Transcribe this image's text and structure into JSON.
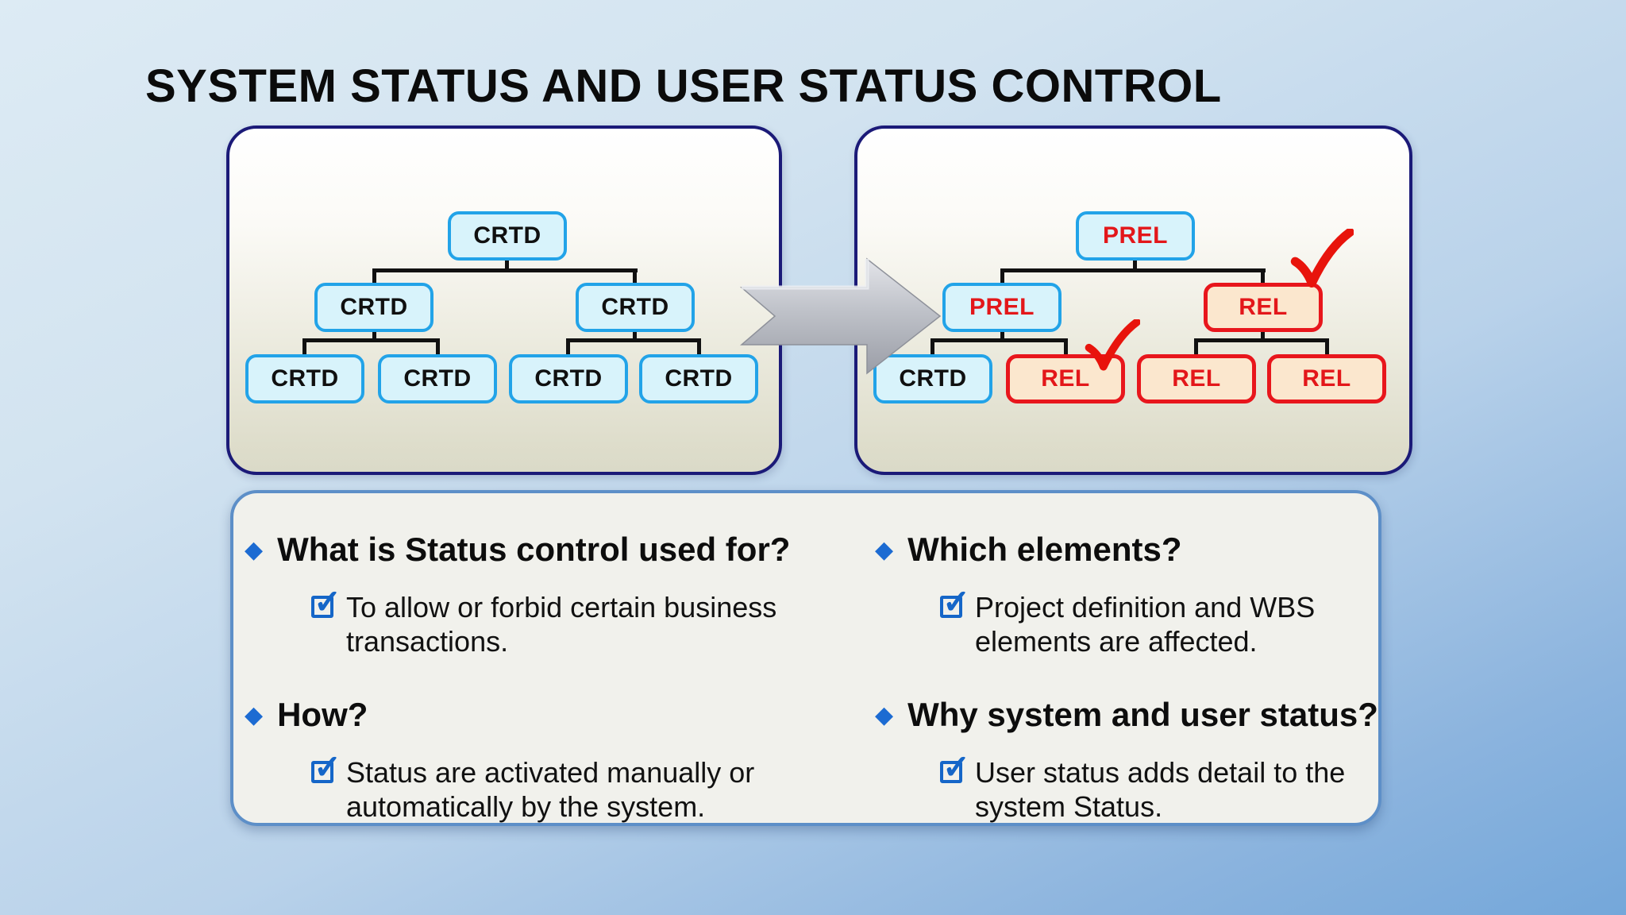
{
  "title": "SYSTEM STATUS AND USER STATUS CONTROL",
  "icons": {
    "diamond_bullet": "◆",
    "checkmark": "✓"
  },
  "colors": {
    "page_bg_top": "#ddebf4",
    "page_bg_bottom": "#74a7da",
    "panel_border_navy": "#1b1a78",
    "panel_fill_bottom": "#dadac8",
    "node_cyan_fill": "#d8f3fb",
    "node_cyan_border": "#22a3e8",
    "node_peach_fill": "#fbe7ce",
    "node_red_border": "#e8161c",
    "status_red_text": "#e3171a",
    "status_black_text": "#101010",
    "connector_black": "#111111",
    "check_red": "#e8140c",
    "qa_panel_fill": "#f1f1ec",
    "qa_panel_border": "#5d8fc8",
    "bullet_blue": "#1566c8",
    "diamond_blue": "#1c6bd2",
    "arrow_gray": "#aeb1b9"
  },
  "diagram": {
    "left_panel": {
      "nodes": [
        {
          "label": "CRTD"
        },
        {
          "label": "CRTD"
        },
        {
          "label": "CRTD"
        },
        {
          "label": "CRTD"
        },
        {
          "label": "CRTD"
        },
        {
          "label": "CRTD"
        },
        {
          "label": "CRTD"
        }
      ]
    },
    "right_panel": {
      "nodes": [
        {
          "label": "PREL"
        },
        {
          "label": "PREL"
        },
        {
          "label": "REL"
        },
        {
          "label": "CRTD"
        },
        {
          "label": "REL"
        },
        {
          "label": "REL"
        },
        {
          "label": "REL"
        }
      ]
    }
  },
  "qa": {
    "sections": [
      {
        "heading": "What is Status control used for?",
        "item": "To allow or forbid certain business transactions."
      },
      {
        "heading": "Which elements?",
        "item": "Project definition and WBS elements are affected."
      },
      {
        "heading": "How?",
        "item": "Status are activated manually or automatically by the system."
      },
      {
        "heading": "Why system and user status?",
        "item": "User status adds detail to the system Status."
      }
    ]
  }
}
